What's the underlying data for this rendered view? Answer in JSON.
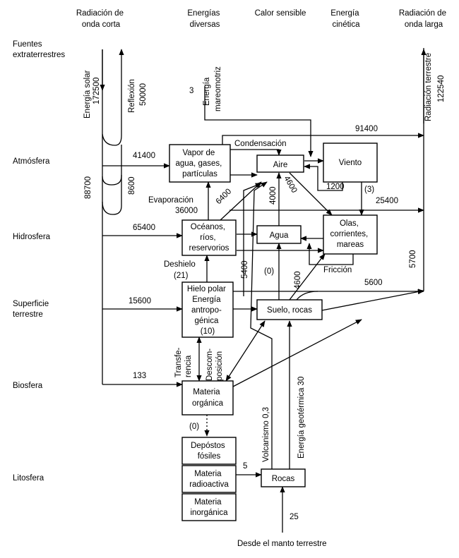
{
  "columns": {
    "shortwave": [
      "Radiación de",
      "onda corta"
    ],
    "diverse": [
      "Energías",
      "diversas"
    ],
    "sensible": [
      "Calor sensible"
    ],
    "kinetic": [
      "Energía",
      "cinética"
    ],
    "longwave": [
      "Radiación de",
      "onda larga"
    ]
  },
  "rows": {
    "sources": [
      "Fuentes",
      "extraterrestres"
    ],
    "atmosphere": [
      "Atmósfera"
    ],
    "hydrosphere": [
      "Hidrosfera"
    ],
    "surface": [
      "Superficie",
      "terrestre"
    ],
    "biosphere": [
      "Biosfera"
    ],
    "lithosphere": [
      "Litosfera"
    ]
  },
  "boxes": {
    "vapor": [
      "Vapor de",
      "agua, gases,",
      "partículas"
    ],
    "aire": [
      "Aire"
    ],
    "viento": [
      "Viento"
    ],
    "oceanos": [
      "Océanos,",
      "ríos,",
      "reservorios"
    ],
    "agua": [
      "Agua"
    ],
    "olas": [
      "Olas,",
      "corrientes,",
      "mareas"
    ],
    "hielo": [
      "Hielo polar",
      "Energía",
      "antropo-",
      "génica",
      "(10)"
    ],
    "suelo": [
      "Suelo, rocas"
    ],
    "materia_org": [
      "Materia",
      "orgánica"
    ],
    "depositos": [
      "Depóstos",
      "fósiles"
    ],
    "radioactiva": [
      "Materia",
      "radioactiva"
    ],
    "inorganica": [
      "Materia",
      "inorgánica"
    ],
    "rocas": [
      "Rocas"
    ]
  },
  "labels": {
    "solar": [
      "Energía solar",
      "172500"
    ],
    "reflexion": [
      "Reflexión",
      "50000"
    ],
    "mareo": [
      "Energía",
      "mareomotriz"
    ],
    "mareo_val": "3",
    "terrestre": [
      "Radiación terrestre",
      "122540"
    ],
    "v91400": "91400",
    "condensacion": "Condensación",
    "v41400": "41400",
    "v8600": "8600",
    "v88700": "88700",
    "v6400": "6400",
    "v4000": "4000",
    "v4600a": "4600",
    "v1200": "1200",
    "v3": "(3)",
    "v25400": "25400",
    "evaporacion": "Evaporación",
    "v36000": "36000",
    "v65400": "65400",
    "deshielo": "Deshielo",
    "v21": "(21)",
    "v5400": "5400",
    "v0a": "(0)",
    "v4600b": "4600",
    "v5700": "5700",
    "friccion": "Fricción",
    "v5600": "5600",
    "v15600": "15600",
    "transferencia": [
      "Transfe-",
      "rencia"
    ],
    "descomposicion": [
      "Descom-",
      "posición"
    ],
    "v133": "133",
    "volcanismo": "Volcanismo  0,3",
    "geotermica": "Energía geotérmica  30",
    "v0b": "(0)",
    "v5": "5",
    "v25": "25",
    "manto": "Desde el manto terrestre"
  }
}
